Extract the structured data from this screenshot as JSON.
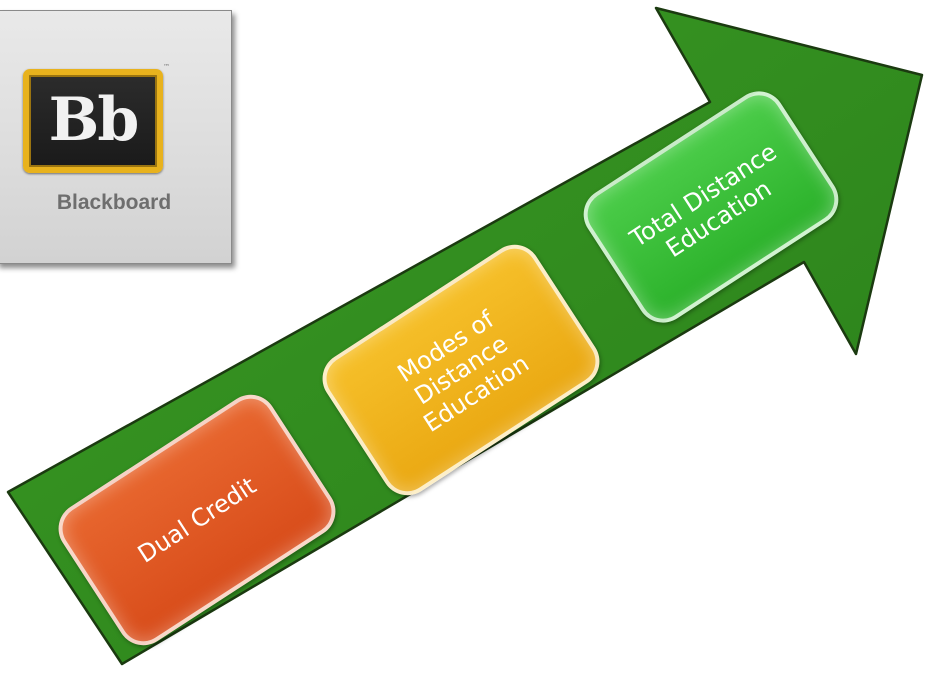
{
  "logo": {
    "mark_text": "Bb",
    "name": "Blackboard",
    "tm": "™",
    "colors": {
      "frame": "#e8b21d",
      "mark_bg": "#1e1e1e",
      "label": "#6e6e6e"
    }
  },
  "arrow": {
    "color": "#2e8b1e",
    "outline": "#1b3a10"
  },
  "stages": [
    {
      "label": "Dual Credit",
      "color": "#e05a23"
    },
    {
      "label": "Modes of Distance Education",
      "color": "#f0b41d"
    },
    {
      "label": "Total Distance Education",
      "color": "#3cbf3a"
    }
  ]
}
